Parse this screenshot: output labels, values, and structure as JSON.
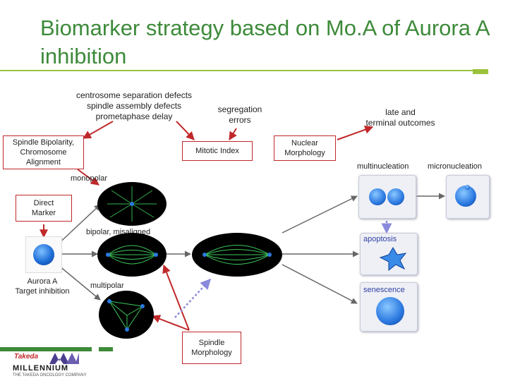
{
  "title": "Biomarker strategy based on Mo.A of Aurora A inhibition",
  "phenotypes": {
    "line1": "centrosome separation defects",
    "line2": "spindle assembly defects",
    "line3": "prometaphase delay"
  },
  "segregation": {
    "line1": "segregation",
    "line2": "errors"
  },
  "late_outcomes": {
    "line1": "late and",
    "line2": "terminal outcomes"
  },
  "boxes": {
    "spindle_bipolarity": {
      "line1": "Spindle Bipolarity,",
      "line2": "Chromosome",
      "line3": "Alignment"
    },
    "mitotic_index": "Mitotic Index",
    "nuclear_morphology": {
      "line1": "Nuclear",
      "line2": "Morphology"
    },
    "direct_marker": {
      "line1": "Direct",
      "line2": "Marker"
    },
    "spindle_morphology": {
      "line1": "Spindle",
      "line2": "Morphology"
    }
  },
  "labels": {
    "monopolar": "monopolar",
    "bipolar": "bipolar, misaligned",
    "multipolar": "multipolar",
    "aurora_target": {
      "line1": "Aurora A",
      "line2": "Target inhibition"
    },
    "multinucleation": "multinucleation",
    "micronucleation": "micronucleation",
    "apoptosis": "apoptosis",
    "senescence": "senescence"
  },
  "logos": {
    "takeda": "Takeda",
    "millennium": "MILLENNIUM",
    "tagline": "THE TAKEDA ONCOLOGY COMPANY"
  },
  "colors": {
    "title": "#3d8a3a",
    "rule": "#9ac23c",
    "box_border": "#c0282a",
    "arrow_red": "#c0282a",
    "arrow_dashed": "#8a8adc",
    "outcome_label": "#3040a0"
  }
}
